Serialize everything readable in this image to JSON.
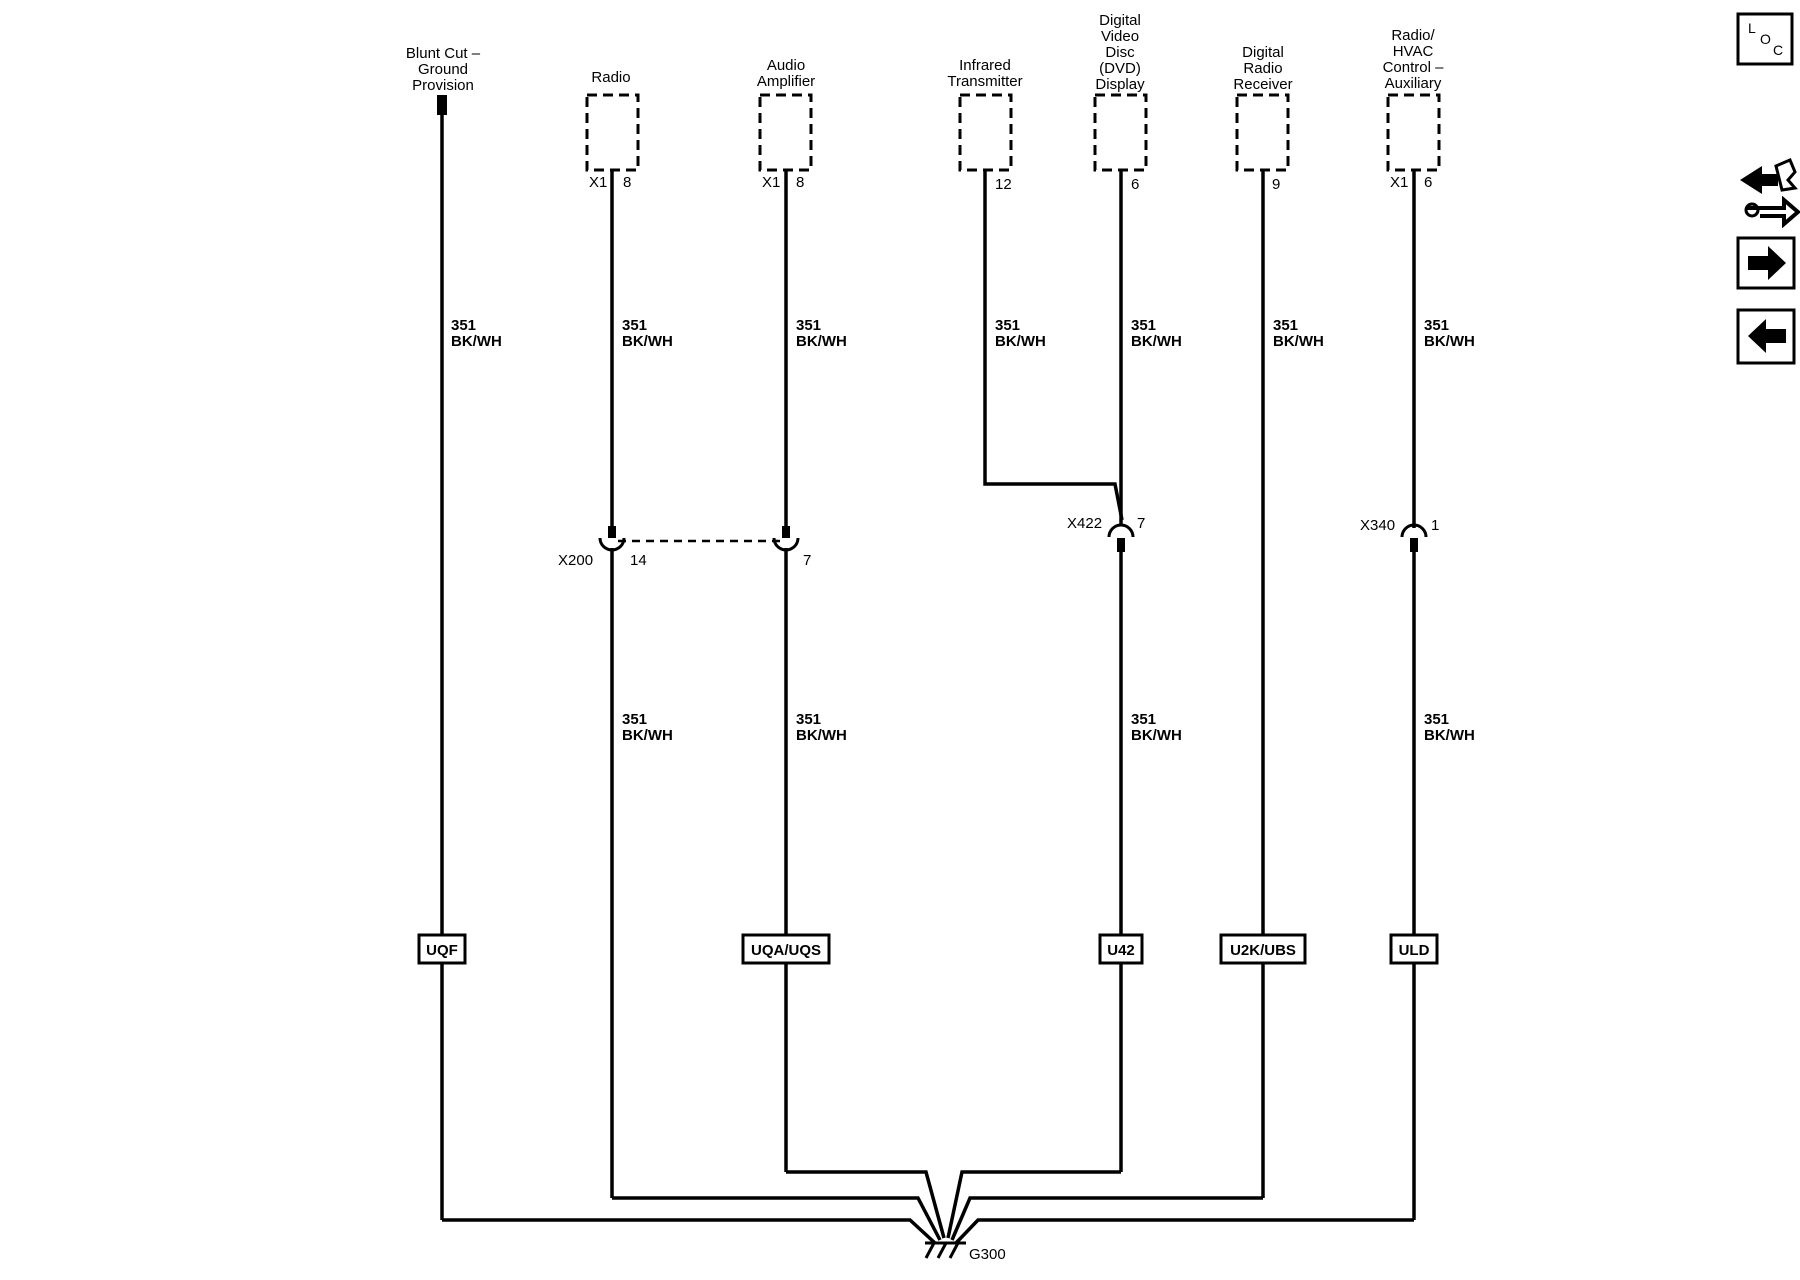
{
  "components": {
    "blunt_cut": {
      "l1": "Blunt Cut –",
      "l2": "Ground",
      "l3": "Provision"
    },
    "radio": {
      "l1": "Radio",
      "conn": "X1",
      "pin": "8"
    },
    "audio_amplifier": {
      "l1": "Audio",
      "l2": "Amplifier",
      "conn": "X1",
      "pin": "8"
    },
    "infrared_transmitter": {
      "l1": "Infrared",
      "l2": "Transmitter",
      "pin": "12"
    },
    "dvd_display": {
      "l1": "Digital",
      "l2": "Video",
      "l3": "Disc",
      "l4": "(DVD)",
      "l5": "Display",
      "pin": "6"
    },
    "digital_radio_receiver": {
      "l1": "Digital",
      "l2": "Radio",
      "l3": "Receiver",
      "pin": "9"
    },
    "radio_hvac_aux": {
      "l1": "Radio/",
      "l2": "HVAC",
      "l3": "Control –",
      "l4": "Auxiliary",
      "conn": "X1",
      "pin": "6"
    }
  },
  "wire": {
    "circuit": "351",
    "color": "BK/WH"
  },
  "inline_connectors": {
    "x200": {
      "name": "X200",
      "pin_radio": "14",
      "pin_amp": "7"
    },
    "x422": {
      "name": "X422",
      "pin": "7"
    },
    "x340": {
      "name": "X340",
      "pin": "1"
    }
  },
  "options": {
    "uqf": "UQF",
    "uqa_uqs": "UQA/UQS",
    "u42": "U42",
    "u2k_ubs": "U2K/UBS",
    "uld": "ULD"
  },
  "ground": {
    "name": "G300"
  },
  "nav": {
    "loc_l": "L",
    "loc_o": "O",
    "loc_c": "C",
    "icons": [
      "location-icon",
      "component-swap-icon",
      "arrow-right-icon",
      "arrow-left-icon"
    ]
  }
}
